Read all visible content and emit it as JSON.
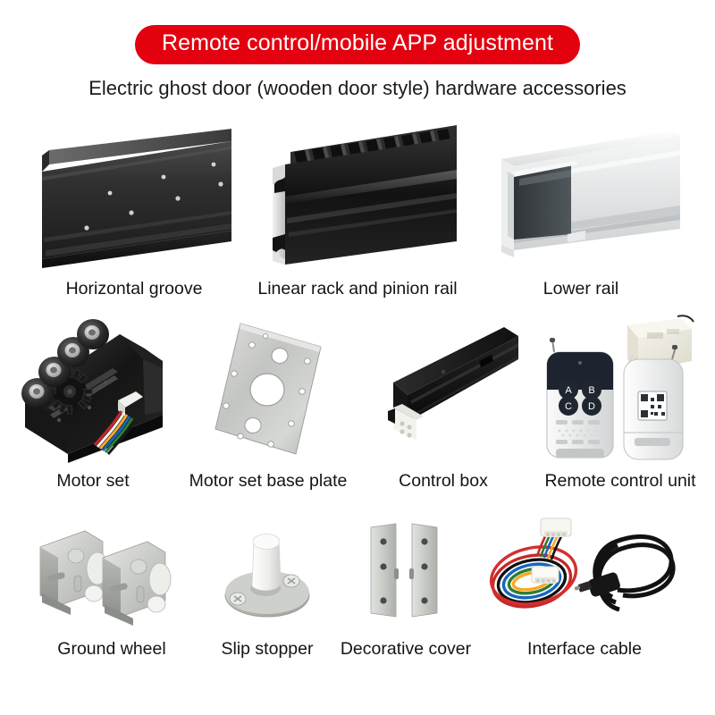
{
  "header": {
    "badge_label": "Remote control/mobile APP adjustment",
    "badge_color": "#e3000f",
    "badge_text_color": "#ffffff",
    "subtitle": "Electric ghost door (wooden door style) hardware accessories"
  },
  "background_color": "#ffffff",
  "rows": [
    {
      "row_index": 1,
      "items": [
        {
          "label": "Horizontal groove",
          "icon": "black-l-groove-rail-image",
          "color": "#2b2b2b"
        },
        {
          "label": "Linear rack and pinion rail",
          "icon": "black-toothed-rack-rail-image",
          "color": "#1d1d1d"
        },
        {
          "label": "Lower rail",
          "icon": "silver-u-channel-rail-image",
          "color": "#e2e4e6"
        }
      ]
    },
    {
      "row_index": 2,
      "items": [
        {
          "label": "Motor set",
          "icon": "black-motor-assembly-image",
          "color": "#1c1c1c"
        },
        {
          "label": "Motor set base plate",
          "icon": "steel-mounting-plate-image",
          "color": "#c6c8c7"
        },
        {
          "label": "Control box",
          "icon": "black-control-box-image",
          "color": "#131313"
        },
        {
          "label": "Remote control unit",
          "icon": "remote-control-and-receiver-image",
          "color": "#e8e8e4"
        }
      ]
    },
    {
      "row_index": 3,
      "items": [
        {
          "label": "Ground wheel",
          "icon": "stainless-roller-bracket-pair-image",
          "color": "#c9cbc8"
        },
        {
          "label": "Slip stopper",
          "icon": "floor-stopper-image",
          "color": "#b9bcb9"
        },
        {
          "label": "Decorative cover",
          "icon": "metal-cover-plates-pair-image",
          "color": "#c2c4c1"
        },
        {
          "label": "Interface cable",
          "icon": "ribbon-cable-and-power-cord-image",
          "color": "#1a1a1a"
        }
      ]
    }
  ],
  "remote_buttons": [
    "A",
    "B",
    "C",
    "D"
  ]
}
